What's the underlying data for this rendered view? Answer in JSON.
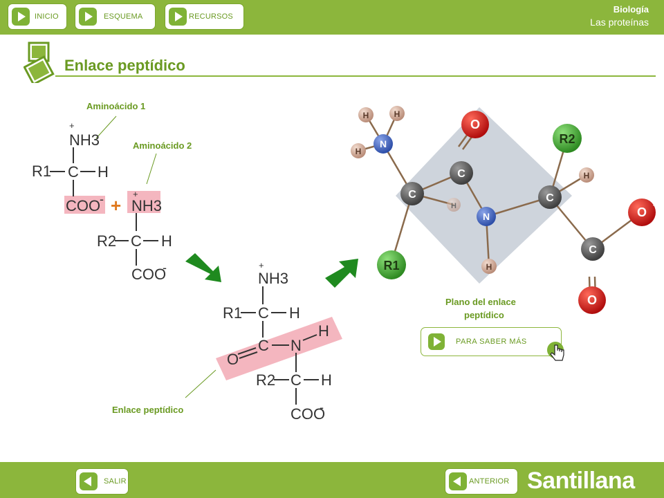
{
  "nav": {
    "inicio": "INICIO",
    "esquema": "ESQUEMA",
    "recursos": "RECURSOS"
  },
  "subject": {
    "subject": "Biología",
    "topic": "Las proteínas"
  },
  "page_title": "Enlace peptídico",
  "labels": {
    "aminoacido1": "Aminoácido 1",
    "aminoacido2": "Aminoácido 2",
    "enlace": "Enlace peptídico",
    "plano_line1": "Plano del enlace",
    "plano_line2": "peptídico"
  },
  "saber_button": "PARA SABER MÁS",
  "footer": {
    "salir": "SALIR",
    "anterior": "ANTERIOR",
    "brand": "Santillana"
  },
  "formula": {
    "nh3": "NH3",
    "r1": "R1",
    "r2": "R2",
    "c": "C",
    "h": "H",
    "coo": "COO",
    "plus": "+",
    "o": "O",
    "n": "N",
    "charge_pos": "+",
    "charge_neg": "-"
  },
  "colors": {
    "accent": "#8cb63c",
    "dark_green": "#6a9a22",
    "highlight": "#f4b6bf",
    "arrow_green": "#1f8a1f"
  }
}
